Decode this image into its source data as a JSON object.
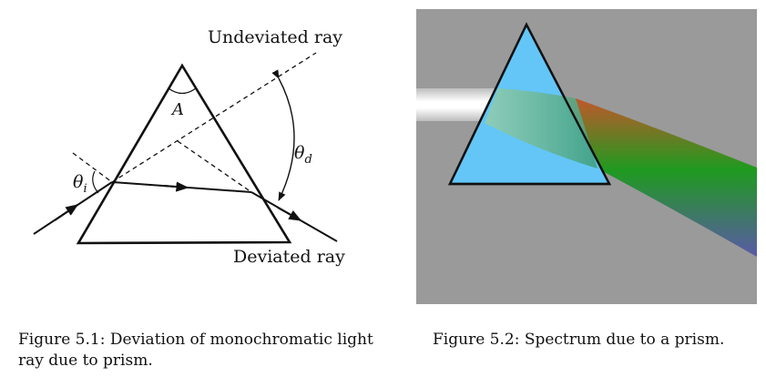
{
  "figure1": {
    "label_undeviated": "Undeviated ray",
    "label_deviated": "Deviated ray",
    "label_apex": "A",
    "label_theta_i": "θ",
    "label_theta_i_sub": "i",
    "label_theta_d": "θ",
    "label_theta_d_sub": "d",
    "caption": "Figure 5.1: Deviation of monochromatic light ray due to prism."
  },
  "figure2": {
    "caption": "Figure 5.2: Spectrum due to a prism.",
    "colors": {
      "background": "#9a9a9a",
      "prism_fill": "#63c6f7",
      "spectrum_red": "#c0582a",
      "spectrum_green": "#1f9a1f",
      "spectrum_blue": "#5a5aa6"
    }
  }
}
